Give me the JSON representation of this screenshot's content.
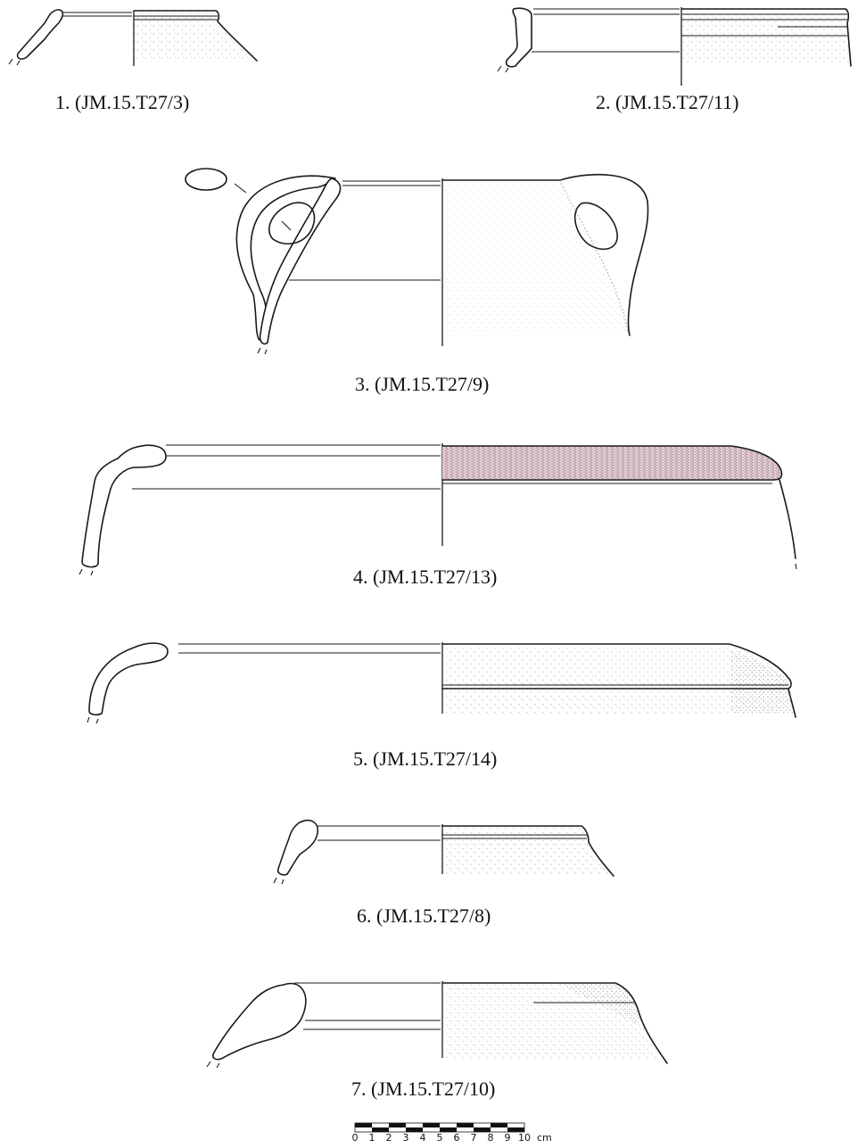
{
  "figures": [
    {
      "caption": "1. (JM.15.T27/3)"
    },
    {
      "caption": "2. (JM.15.T27/11)"
    },
    {
      "caption": "3. (JM.15.T27/9)"
    },
    {
      "caption": "4. (JM.15.T27/13)"
    },
    {
      "caption": "5. (JM.15.T27/14)"
    },
    {
      "caption": "6. (JM.15.T27/8)"
    },
    {
      "caption": "7. (JM.15.T27/10)"
    }
  ],
  "scale_bar": {
    "ticks": [
      "0",
      "1",
      "2",
      "3",
      "4",
      "5",
      "6",
      "7",
      "8",
      "9",
      "10"
    ],
    "unit": "cm"
  },
  "colors": {
    "ink": "#1a1a1a",
    "stipple": "#7a7a7a",
    "slip_wash": "#b98a9a"
  }
}
